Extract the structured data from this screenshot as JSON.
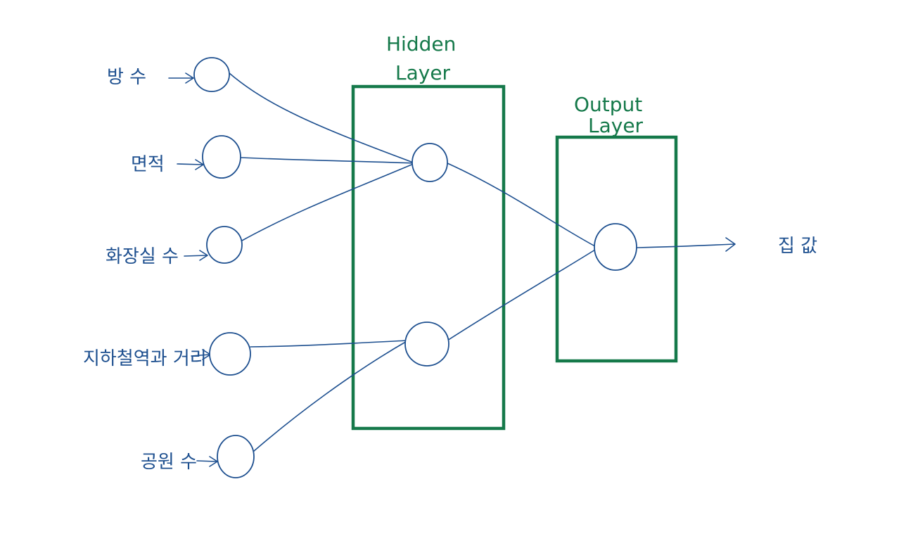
{
  "diagram": {
    "inputs": [
      {
        "label": "방 수"
      },
      {
        "label": "면적"
      },
      {
        "label": "화장실 수"
      },
      {
        "label": "지하철역과 거리"
      },
      {
        "label": "공원 수"
      }
    ],
    "hidden_layer": {
      "title_line1": "Hidden",
      "title_line2": "Layer"
    },
    "output_layer": {
      "title_line1": "Output",
      "title_line2": "Layer"
    },
    "output": {
      "label": "집 값"
    },
    "colors": {
      "ink": "#1d4f8f",
      "box": "#15794a",
      "background": "#ffffff"
    }
  }
}
